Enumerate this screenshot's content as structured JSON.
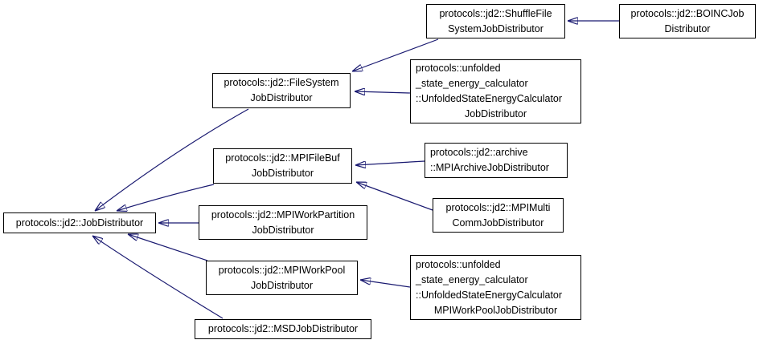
{
  "diagram": {
    "type": "class-inheritance-graph",
    "colors": {
      "background": "#ffffff",
      "node_fill": "#ffffff",
      "node_border": "#000000",
      "text": "#000000",
      "edge": "#191970"
    },
    "nodes": {
      "job_distributor": {
        "lines": [
          "protocols::jd2::JobDistributor"
        ]
      },
      "file_system": {
        "lines": [
          "protocols::jd2::FileSystem",
          "JobDistributor"
        ]
      },
      "mpi_file_buf": {
        "lines": [
          "protocols::jd2::MPIFileBuf",
          "JobDistributor"
        ]
      },
      "mpi_work_partition": {
        "lines": [
          "protocols::jd2::MPIWorkPartition",
          "JobDistributor"
        ]
      },
      "mpi_work_pool": {
        "lines": [
          "protocols::jd2::MPIWorkPool",
          "JobDistributor"
        ]
      },
      "msd": {
        "lines": [
          "protocols::jd2::MSDJobDistributor"
        ]
      },
      "shuffle_file_system": {
        "lines": [
          "protocols::jd2::ShuffleFile",
          "SystemJobDistributor"
        ]
      },
      "boinc": {
        "lines": [
          "protocols::jd2::BOINCJob",
          "Distributor"
        ]
      },
      "unfolded_state_jd": {
        "lines": [
          "protocols::unfolded",
          "_state_energy_calculator",
          "::UnfoldedStateEnergyCalculator",
          "JobDistributor"
        ]
      },
      "archive": {
        "lines": [
          "protocols::jd2::archive",
          "::MPIArchiveJobDistributor"
        ]
      },
      "mpi_multi_comm": {
        "lines": [
          "protocols::jd2::MPIMulti",
          "CommJobDistributor"
        ]
      },
      "unfolded_state_wp": {
        "lines": [
          "protocols::unfolded",
          "_state_energy_calculator",
          "::UnfoldedStateEnergyCalculator",
          "MPIWorkPoolJobDistributor"
        ]
      }
    },
    "edges": [
      {
        "from": "boinc",
        "to": "shuffle_file_system"
      },
      {
        "from": "shuffle_file_system",
        "to": "file_system"
      },
      {
        "from": "unfolded_state_jd",
        "to": "file_system"
      },
      {
        "from": "file_system",
        "to": "job_distributor"
      },
      {
        "from": "archive",
        "to": "mpi_file_buf"
      },
      {
        "from": "mpi_multi_comm",
        "to": "mpi_file_buf"
      },
      {
        "from": "mpi_file_buf",
        "to": "job_distributor"
      },
      {
        "from": "mpi_work_partition",
        "to": "job_distributor"
      },
      {
        "from": "mpi_work_pool",
        "to": "job_distributor"
      },
      {
        "from": "unfolded_state_wp",
        "to": "mpi_work_pool"
      },
      {
        "from": "msd",
        "to": "job_distributor"
      }
    ]
  }
}
